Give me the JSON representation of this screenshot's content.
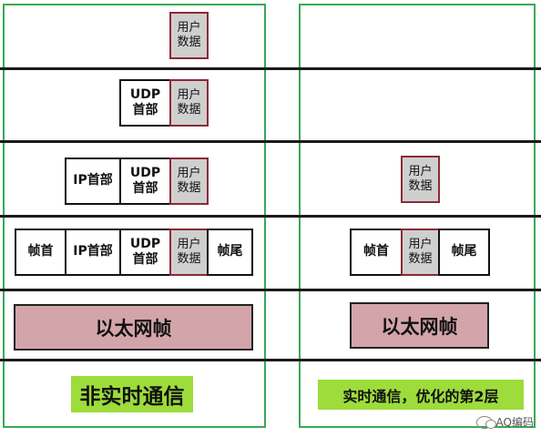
{
  "labels": {
    "user_data": "用户\n数据",
    "udp_header": "UDP\n首部",
    "ip_header": "IP首部",
    "frame_header": "帧首",
    "frame_trailer": "帧尾",
    "ethernet_frame": "以太网帧",
    "non_realtime": "非实时通信",
    "realtime": "实时通信，优化的第2层"
  },
  "watermark": "AQ编码",
  "colors": {
    "column_border": "#3aa957",
    "layer_line": "#1a1a1a",
    "user_data_fill": "#cfcfcf",
    "user_data_border": "#8b2a35",
    "ethernet_fill": "#d3a5ab",
    "label_highlight": "#9ddc3b"
  }
}
